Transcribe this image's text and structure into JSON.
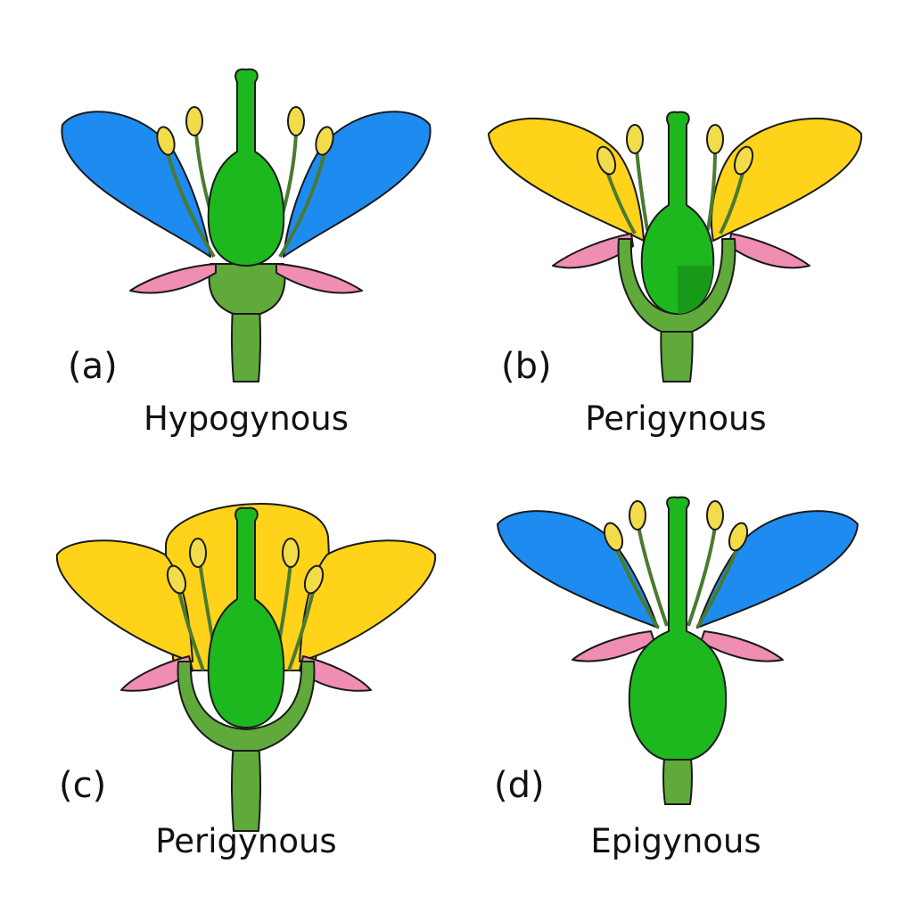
{
  "panels": [
    {
      "letter": "(a)",
      "caption": "Hypogynous"
    },
    {
      "letter": "(b)",
      "caption": "Perigynous"
    },
    {
      "letter": "(c)",
      "caption": "Perigynous"
    },
    {
      "letter": "(d)",
      "caption": "Epigynous"
    }
  ],
  "colors": {
    "petal_blue": "#1E8BF0",
    "petal_yellow": "#FFD31A",
    "sepal_pink": "#F08DB2",
    "pistil_green": "#1DB81D",
    "receptacle_green": "#5FAA3A",
    "anther_yellow": "#F2DC4A",
    "outline": "#1a1a1a"
  }
}
